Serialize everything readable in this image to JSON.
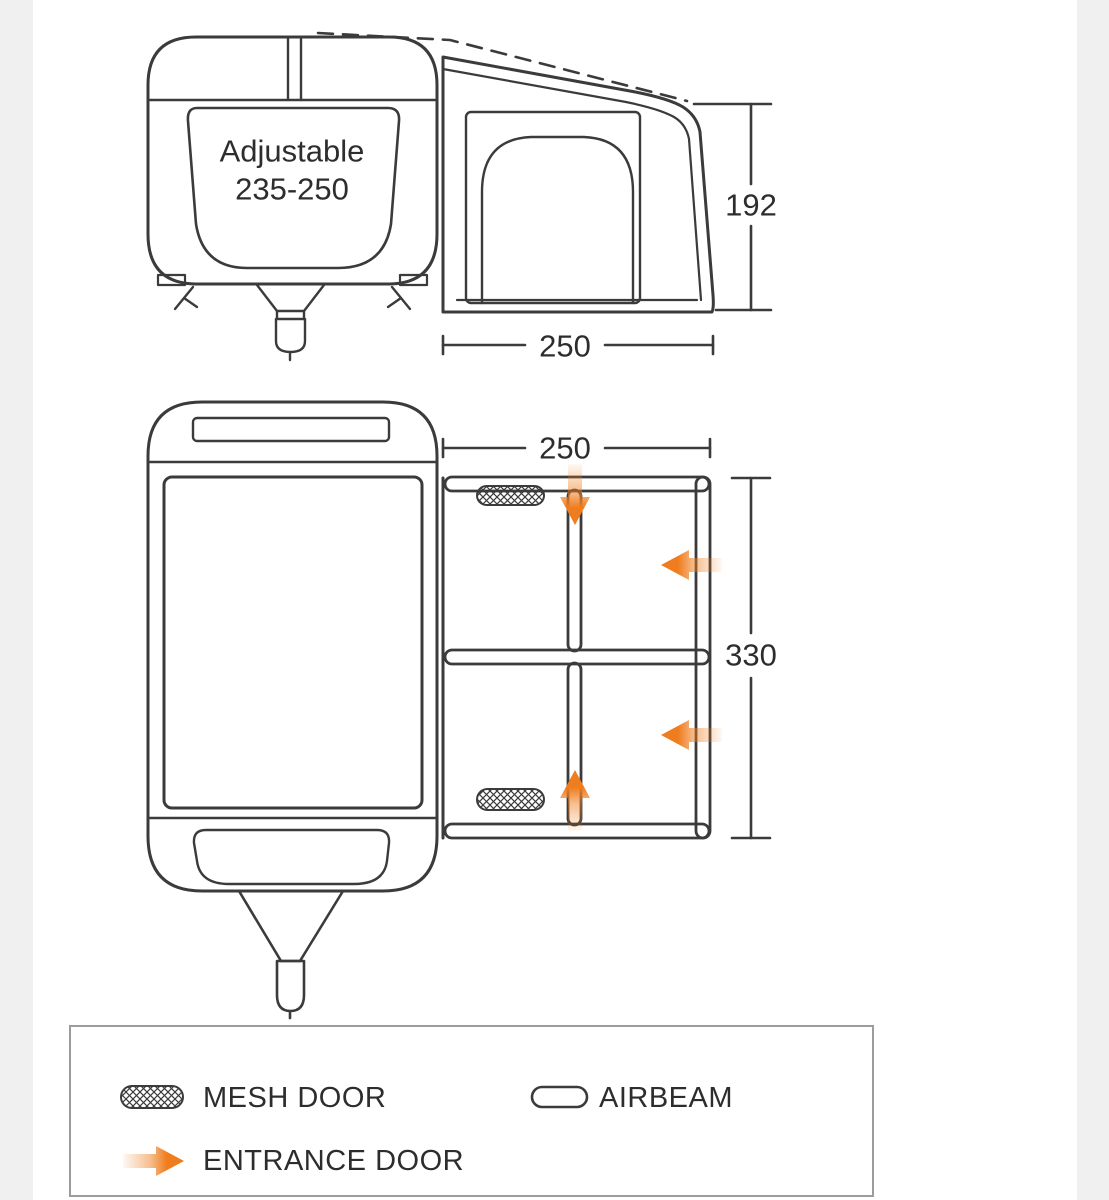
{
  "side_view": {
    "label_line1": "Adjustable",
    "label_line2": "235-250",
    "dim_height": "192",
    "dim_depth": "250"
  },
  "plan_view": {
    "dim_width": "250",
    "dim_length": "330"
  },
  "legend": {
    "mesh_door_label": "MESH DOOR",
    "airbeam_label": "AIRBEAM",
    "entrance_door_label": "ENTRANCE DOOR"
  },
  "icons": {
    "mesh_door_icon": "crosshatched-capsule",
    "airbeam_icon": "capsule-outline",
    "entrance_door_icon": "orange-gradient-arrow"
  },
  "colors": {
    "line": "#3b3b3b",
    "accent_orange": "#ef7d1e",
    "legend_border": "#9c9c9c",
    "edge_strip": "#f0f0f0",
    "background": "#ffffff"
  }
}
